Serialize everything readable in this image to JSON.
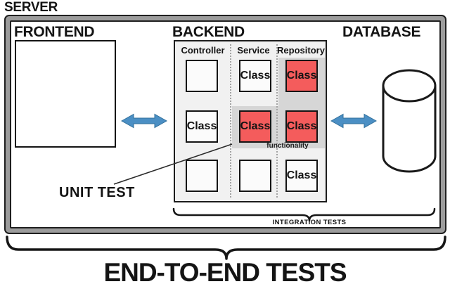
{
  "server": {
    "label": "SERVER"
  },
  "frontend": {
    "label": "FRONTEND"
  },
  "backend": {
    "label": "BACKEND",
    "columns": [
      {
        "name": "Controller",
        "boxes": [
          {
            "text": "",
            "highlight": false
          },
          {
            "text": "Class",
            "highlight": false
          },
          {
            "text": "",
            "highlight": false
          }
        ]
      },
      {
        "name": "Service",
        "boxes": [
          {
            "text": "Class",
            "highlight": false
          },
          {
            "text": "Class",
            "highlight": true
          },
          {
            "text": "",
            "highlight": false
          }
        ]
      },
      {
        "name": "Repository",
        "boxes": [
          {
            "text": "Class",
            "highlight": true
          },
          {
            "text": "Class",
            "highlight": true
          },
          {
            "text": "Class",
            "highlight": false
          }
        ]
      }
    ],
    "functionality_label": "functionality"
  },
  "database": {
    "label": "DATABASE"
  },
  "labels": {
    "unit_test": "UNIT TEST",
    "integration_tests": "INTEGRATION TESTS",
    "end_to_end_tests": "END-TO-END TESTS"
  },
  "colors": {
    "highlight_red": "#f45c5c",
    "arrow_blue": "#4b8fc4",
    "arrow_blue_edge": "#33719c",
    "panel_gray": "#f1f1f1",
    "band_gray": "#d6d6d6",
    "server_border_gray": "#9c9c9c",
    "ink": "#141414"
  }
}
